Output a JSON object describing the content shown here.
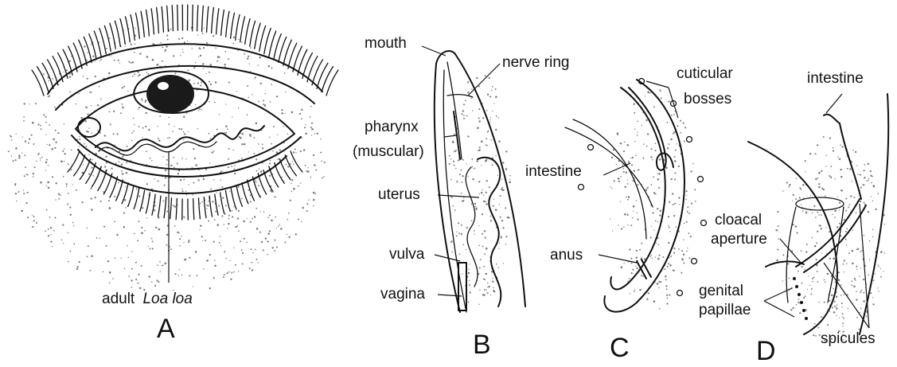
{
  "panels": {
    "A": {
      "letter": "A",
      "caption_prefix": "adult",
      "caption_italic": "Loa loa"
    },
    "B": {
      "letter": "B",
      "labels": {
        "mouth": "mouth",
        "nerve_ring": "nerve ring",
        "pharynx_line1": "pharynx",
        "pharynx_line2": "(muscular)",
        "uterus": "uterus",
        "vulva": "vulva",
        "vagina": "vagina"
      }
    },
    "C": {
      "letter": "C",
      "labels": {
        "cuticular_line1": "cuticular",
        "cuticular_line2": "bosses",
        "intestine": "intestine",
        "anus": "anus"
      }
    },
    "D": {
      "letter": "D",
      "labels": {
        "intestine": "intestine",
        "cloacal_line1": "cloacal",
        "cloacal_line2": "aperture",
        "genital_line1": "genital",
        "genital_line2": "papillae",
        "spicules": "spicules"
      }
    }
  }
}
